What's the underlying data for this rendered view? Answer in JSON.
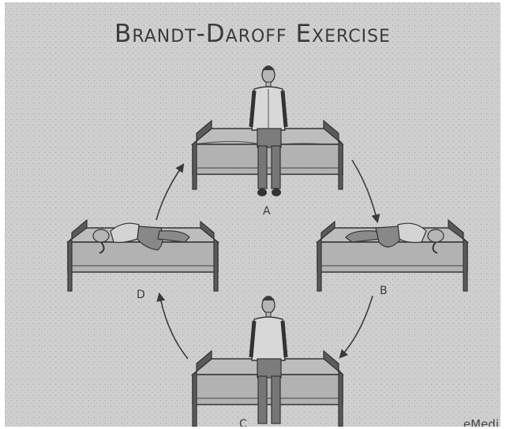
{
  "title": "Brandt-Daroff Exercise",
  "positions": [
    {
      "label": "A",
      "pose": "sitting"
    },
    {
      "label": "B",
      "pose": "lying"
    },
    {
      "label": "C",
      "pose": "sitting"
    },
    {
      "label": "D",
      "pose": "lying"
    }
  ],
  "watermark": "eMedi",
  "colors": {
    "background": "#cfcfcf",
    "line": "#3a3a3a"
  }
}
